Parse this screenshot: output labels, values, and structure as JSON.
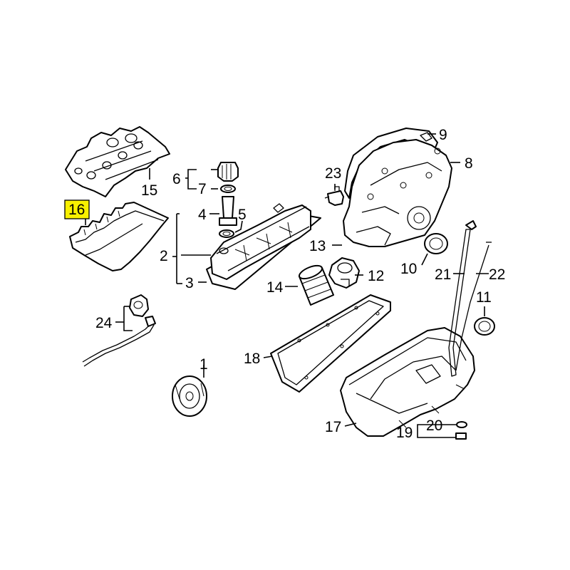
{
  "labels": {
    "l1": "1",
    "l2": "2",
    "l3": "3",
    "l4": "4",
    "l5": "5",
    "l6": "6",
    "l7": "7",
    "l8": "8",
    "l9": "9",
    "l10": "10",
    "l11": "11",
    "l12": "12",
    "l13": "13",
    "l14": "14",
    "l15": "15",
    "l16": "16",
    "l17": "17",
    "l18": "18",
    "l19": "19",
    "l20": "20",
    "l21": "21",
    "l22": "22",
    "l23": "23",
    "l24": "24"
  },
  "highlighted_label": "16",
  "colors": {
    "highlight": "#f8f000",
    "line": "#000000",
    "background": "#ffffff"
  }
}
